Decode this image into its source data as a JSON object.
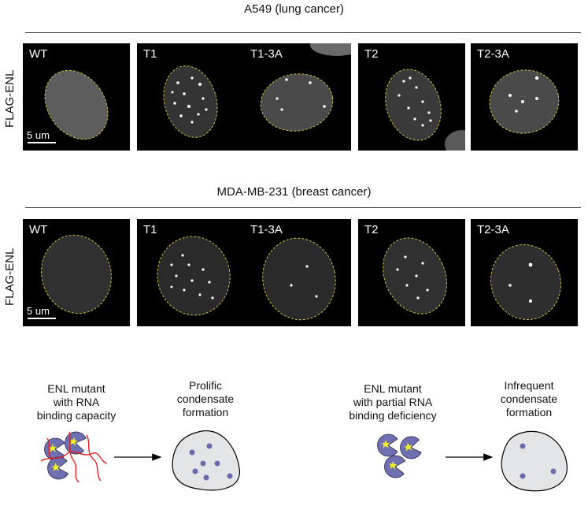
{
  "sections": [
    {
      "title": "A549 (lung cancer)",
      "row_label": "FLAG-ENL",
      "scale_label": "5 um",
      "panels": [
        {
          "label": "WT"
        },
        {
          "label": "T1"
        },
        {
          "label": "T1-3A"
        },
        {
          "label": "T2"
        },
        {
          "label": "T2-3A"
        }
      ]
    },
    {
      "title": "MDA-MB-231 (breast cancer)",
      "row_label": "FLAG-ENL",
      "scale_label": "5 um",
      "panels": [
        {
          "label": "WT"
        },
        {
          "label": "T1"
        },
        {
          "label": "T1-3A"
        },
        {
          "label": "T2"
        },
        {
          "label": "T2-3A"
        }
      ]
    }
  ],
  "diagram": {
    "left_mutant_lines": [
      "ENL mutant",
      "with RNA",
      "binding capacity"
    ],
    "left_result_lines": [
      "Prolific",
      "condensate",
      "formation"
    ],
    "right_mutant_lines": [
      "ENL mutant",
      "with partial RNA",
      "binding deficiency"
    ],
    "right_result_lines": [
      "Infrequent",
      "condensate",
      "formation"
    ],
    "colors": {
      "protein": "#6f6fb3",
      "star": "#f2ee2a",
      "rna": "#e02020",
      "nucleus_fill": "#e4e5e7",
      "dot": "#6a6aae",
      "outline": "#d6cf45"
    }
  }
}
